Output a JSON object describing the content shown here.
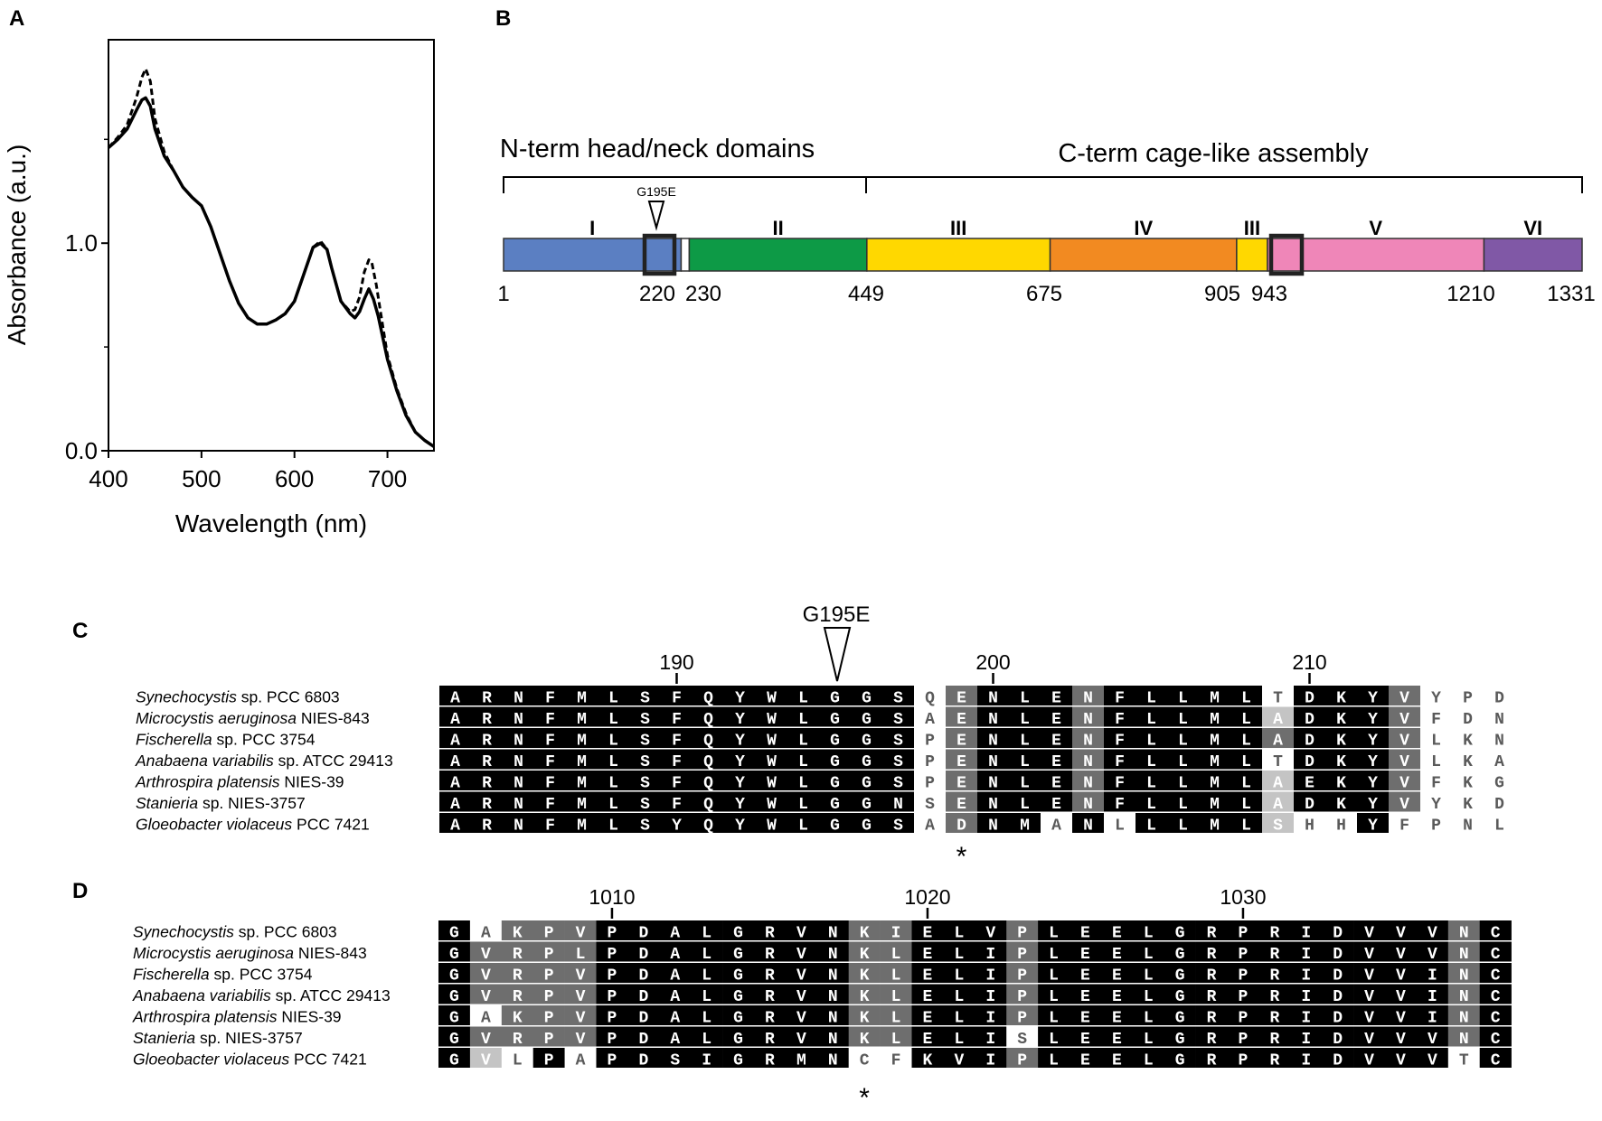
{
  "panels": {
    "a": "A",
    "b": "B",
    "c": "C",
    "d": "D"
  },
  "panel_a": {
    "chart_data": {
      "type": "line",
      "xlabel": "Wavelength (nm)",
      "ylabel": "Absorbance (a.u.)",
      "xlim": [
        400,
        750
      ],
      "ylim": [
        0,
        1.98
      ],
      "xticks": [
        400,
        500,
        600,
        700
      ],
      "xtick_labels": [
        "400",
        "500",
        "600",
        "700"
      ],
      "yticks": [
        0,
        1.0
      ],
      "ytick_labels": [
        "0.0",
        "1.0"
      ],
      "grid": false,
      "series": [
        {
          "style": "solid",
          "x": [
            400,
            410,
            420,
            430,
            436,
            440,
            445,
            450,
            460,
            470,
            480,
            490,
            500,
            510,
            520,
            530,
            540,
            550,
            560,
            570,
            580,
            590,
            600,
            610,
            620,
            628,
            635,
            640,
            650,
            660,
            665,
            670,
            675,
            680,
            685,
            690,
            700,
            710,
            720,
            730,
            740,
            750
          ],
          "y": [
            1.46,
            1.5,
            1.55,
            1.64,
            1.69,
            1.7,
            1.66,
            1.55,
            1.42,
            1.35,
            1.27,
            1.22,
            1.18,
            1.08,
            0.95,
            0.82,
            0.71,
            0.64,
            0.61,
            0.61,
            0.63,
            0.66,
            0.72,
            0.85,
            0.98,
            1.0,
            0.97,
            0.88,
            0.72,
            0.66,
            0.64,
            0.67,
            0.73,
            0.78,
            0.73,
            0.65,
            0.44,
            0.29,
            0.17,
            0.09,
            0.05,
            0.02
          ]
        },
        {
          "style": "dashed",
          "x": [
            400,
            410,
            420,
            430,
            436,
            440,
            445,
            450,
            460,
            470,
            480,
            490,
            500,
            510,
            520,
            530,
            540,
            550,
            560,
            570,
            580,
            590,
            600,
            610,
            620,
            628,
            635,
            640,
            650,
            660,
            665,
            670,
            675,
            680,
            683,
            688,
            695,
            700,
            710,
            720,
            730,
            740,
            750
          ],
          "y": [
            1.46,
            1.51,
            1.57,
            1.7,
            1.8,
            1.84,
            1.78,
            1.6,
            1.44,
            1.35,
            1.27,
            1.22,
            1.18,
            1.08,
            0.95,
            0.82,
            0.71,
            0.64,
            0.61,
            0.61,
            0.63,
            0.66,
            0.72,
            0.85,
            0.98,
            1.01,
            0.97,
            0.88,
            0.72,
            0.67,
            0.68,
            0.74,
            0.86,
            0.92,
            0.91,
            0.8,
            0.6,
            0.46,
            0.3,
            0.18,
            0.09,
            0.05,
            0.02
          ]
        }
      ]
    }
  },
  "panel_b": {
    "bracket_n_label": "N-term head/neck domains",
    "bracket_c_label": "C-term cage-like assembly",
    "mutation_label": "G195E",
    "length": 1331,
    "domains": [
      {
        "label": "I",
        "start": 1,
        "end": 220,
        "color": "#5b7fc2"
      },
      {
        "label": "",
        "start": 220,
        "end": 230,
        "color": "#ffffff"
      },
      {
        "label": "II",
        "start": 230,
        "end": 449,
        "color": "#0d9a46"
      },
      {
        "label": "III",
        "start": 449,
        "end": 675,
        "color": "#ffd800"
      },
      {
        "label": "IV",
        "start": 675,
        "end": 905,
        "color": "#f28a21"
      },
      {
        "label": "III",
        "start": 905,
        "end": 943,
        "color": "#ffd800"
      },
      {
        "label": "V",
        "start": 943,
        "end": 1210,
        "color": "#ef86b8"
      },
      {
        "label": "VI",
        "start": 1210,
        "end": 1331,
        "color": "#8058a6"
      }
    ],
    "position_labels": [
      "1",
      "220",
      "230",
      "449",
      "675",
      "905",
      "943",
      "1210",
      "1331"
    ]
  },
  "panel_c": {
    "mutation_label": "G195E",
    "ruler": [
      {
        "label": "190",
        "col": 7
      },
      {
        "label": "200",
        "col": 17
      },
      {
        "label": "210",
        "col": 27
      }
    ],
    "mutation_col": 12,
    "star_col": 16,
    "species": [
      {
        "genus": "Synechocystis",
        "rest": " sp. PCC 6803"
      },
      {
        "genus": "Microcystis aeruginosa",
        "rest": " NIES-843"
      },
      {
        "genus": "Fischerella",
        "rest": " sp. PCC 3754"
      },
      {
        "genus": "Anabaena variabilis",
        "rest": " sp. ATCC 29413"
      },
      {
        "genus": "Arthrospira platensis",
        "rest": " NIES-39"
      },
      {
        "genus": "Stanieria",
        "rest": " sp. NIES-3757"
      },
      {
        "genus": "Gloeobacter violaceus",
        "rest": " PCC 7421"
      }
    ],
    "sequences": [
      "ARNFMLSFQYWLGGSQENLENFLLMLTDKYVYPD",
      "ARNFMLSFQYWLGGSAENLENFLLMLADKYVFDN",
      "ARNFMLSFQYWLGGSPENLENFLLMLADKYVLKN",
      "ARNFMLSFQYWLGGSPENLENFLLMLTDKYVLKA",
      "ARNFMLSFQYWLGGSPENLENFLLMLAEKYVFKG",
      "ARNFMLSFQYWLGGNSENLENFLLMLADKYVYKD",
      "ARNFMLSYQYWLGGSADNMANLLLMLSHHYFPNL"
    ],
    "shading": [
      "KKKKKKKKKKKKKKKWDKKKDKKKKKWKKKDWWW",
      "KKKKKKKKKKKKKKKWDKKKDKKKKKLKKKDWWW",
      "KKKKKKKKKKKKKKKWDKKKDKKKKKDKKKDWWW",
      "KKKKKKKKKKKKKKKWDKKKDKKKKKWKKKDWWW",
      "KKKKKKKKKKKKKKKWDKKKDKKKKKLKKKDWWW",
      "KKKKKKKKKKKKKKKWDKKKDKKKKKLKKKDWWW",
      "KKKKKKKKKKKKKKKWDKKWKWKKKKLWWKWWWW"
    ]
  },
  "panel_d": {
    "ruler": [
      {
        "label": "1010",
        "col": 5
      },
      {
        "label": "1020",
        "col": 15
      },
      {
        "label": "1030",
        "col": 25
      }
    ],
    "star_col": 13,
    "species": [
      {
        "genus": "Synechocystis",
        "rest": " sp. PCC 6803"
      },
      {
        "genus": "Microcystis aeruginosa",
        "rest": " NIES-843"
      },
      {
        "genus": "Fischerella",
        "rest": " sp. PCC 3754"
      },
      {
        "genus": "Anabaena variabilis",
        "rest": " sp. ATCC 29413"
      },
      {
        "genus": "Arthrospira platensis",
        "rest": " NIES-39"
      },
      {
        "genus": "Stanieria",
        "rest": " sp. NIES-3757"
      },
      {
        "genus": "Gloeobacter violaceus",
        "rest": " PCC 7421"
      }
    ],
    "sequences": [
      "GAKPVPDALGRVNKIELVPLEELGRPRIDVVVNC",
      "GVRPLPDALGRVNKLELIPLEELGRPRIDVVVNC",
      "GVRPVPDALGRVNKLELIPLEELGRPRIDVVINC",
      "GVRPVPDALGRVNKLELIPLEELGRPRIDVVINC",
      "GAKPVPDALGRVNKLELIPLEELGRPRIDVVINC",
      "GVRPVPDALGRVNKLELISLEELGRPRIDVVVNC",
      "GVLPAPDSIGRMNCFKVIPLEELGRPRIDVVVTC"
    ],
    "shading": [
      "KWDDDKKKKKKKKDDKKKDKKKKKKKKKKKKKDK",
      "KDDDDKKKKKKKKDDKKKDKKKKKKKKKKKKKDK",
      "KDDDDKKKKKKKKDDKKKDKKKKKKKKKKKKKDK",
      "KDDDDKKKKKKKKDDKKKDKKKKKKKKKKKKKDK",
      "KWDDDKKKKKKKKDDKKKDKKKKKKKKKKKKKDK",
      "KDDDDKKKKKKKKDDKKKWKKKKKKKKKKKKKDK",
      "KLWKWKKKKKKKKWWKKKDKKKKKKKKKKKKKWK"
    ]
  },
  "shade_colors": {
    "K": "#000000",
    "D": "#6e6e6e",
    "L": "#c4c4c4",
    "W": "#ffffff"
  },
  "text_colors": {
    "K": "#ffffff",
    "D": "#ffffff",
    "L": "#ffffff",
    "W": "#5a5a5a"
  }
}
